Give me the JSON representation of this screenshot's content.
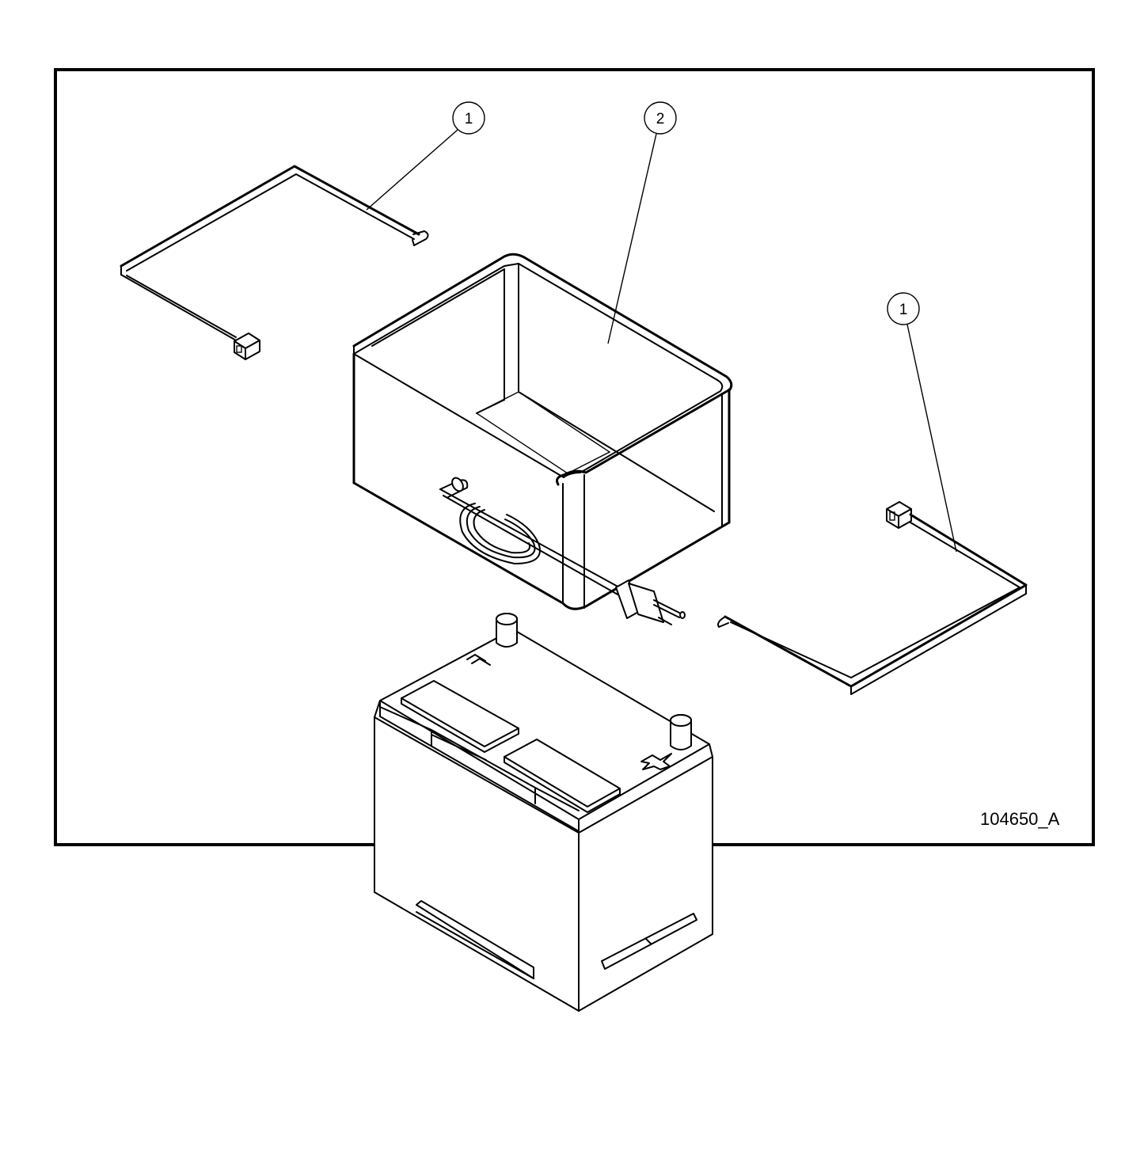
{
  "callouts": [
    {
      "label": "1"
    },
    {
      "label": "2"
    },
    {
      "label": "1"
    }
  ],
  "drawing_id": "104650_A",
  "line_color": "#000000",
  "background_color": "#ffffff"
}
